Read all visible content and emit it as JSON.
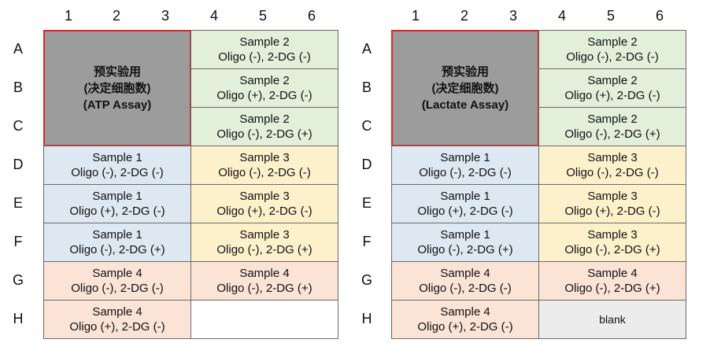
{
  "col_labels": [
    "1",
    "2",
    "3",
    "4",
    "5",
    "6"
  ],
  "row_labels": [
    "A",
    "B",
    "C",
    "D",
    "E",
    "F",
    "G",
    "H"
  ],
  "plates": [
    {
      "pre_block": {
        "line1": "预实验用",
        "line2": "(决定细胞数)",
        "line3": "(ATP Assay)"
      },
      "right_cells": [
        {
          "title": "Sample 2",
          "subtitle": "Oligo (-), 2-DG (-)"
        },
        {
          "title": "Sample 2",
          "subtitle": "Oligo (+), 2-DG (-)"
        },
        {
          "title": "Sample 2",
          "subtitle": "Oligo (-), 2-DG (+)"
        },
        {
          "title": "Sample 3",
          "subtitle": "Oligo (-), 2-DG (-)"
        },
        {
          "title": "Sample 3",
          "subtitle": "Oligo (+), 2-DG (-)"
        },
        {
          "title": "Sample 3",
          "subtitle": "Oligo (-), 2-DG (+)"
        },
        {
          "title": "Sample 4",
          "subtitle": "Oligo (-), 2-DG (+)"
        },
        {
          "title": "",
          "subtitle": ""
        }
      ],
      "left_cells": [
        {
          "title": "Sample 1",
          "subtitle": "Oligo (-), 2-DG (-)"
        },
        {
          "title": "Sample 1",
          "subtitle": "Oligo (+), 2-DG (-)"
        },
        {
          "title": "Sample 1",
          "subtitle": "Oligo (-), 2-DG (+)"
        },
        {
          "title": "Sample 4",
          "subtitle": "Oligo (-), 2-DG (-)"
        },
        {
          "title": "Sample 4",
          "subtitle": "Oligo (+), 2-DG (-)"
        }
      ]
    },
    {
      "pre_block": {
        "line1": "预实验用",
        "line2": "(决定细胞数)",
        "line3": "(Lactate Assay)"
      },
      "right_cells": [
        {
          "title": "Sample 2",
          "subtitle": "Oligo (-), 2-DG (-)"
        },
        {
          "title": "Sample 2",
          "subtitle": "Oligo (+), 2-DG (-)"
        },
        {
          "title": "Sample 2",
          "subtitle": "Oligo (-), 2-DG (+)"
        },
        {
          "title": "Sample 3",
          "subtitle": "Oligo (-), 2-DG (-)"
        },
        {
          "title": "Sample 3",
          "subtitle": "Oligo (+), 2-DG (-)"
        },
        {
          "title": "Sample 3",
          "subtitle": "Oligo (-), 2-DG (+)"
        },
        {
          "title": "Sample 4",
          "subtitle": "Oligo (-), 2-DG (+)"
        },
        {
          "title": "blank",
          "subtitle": ""
        }
      ],
      "left_cells": [
        {
          "title": "Sample 1",
          "subtitle": "Oligo (-), 2-DG (-)"
        },
        {
          "title": "Sample 1",
          "subtitle": "Oligo (+), 2-DG (-)"
        },
        {
          "title": "Sample 1",
          "subtitle": "Oligo (-), 2-DG (+)"
        },
        {
          "title": "Sample 4",
          "subtitle": "Oligo (-), 2-DG (-)"
        },
        {
          "title": "Sample 4",
          "subtitle": "Oligo (+), 2-DG (-)"
        }
      ]
    }
  ],
  "colors": {
    "pre_block": "#9c9c9c",
    "pre_border": "#e02525",
    "sample1": "#dde8f3",
    "sample2": "#e2efda",
    "sample3": "#fdf1cc",
    "sample4": "#fbe3d5",
    "blank": "#ececec"
  }
}
